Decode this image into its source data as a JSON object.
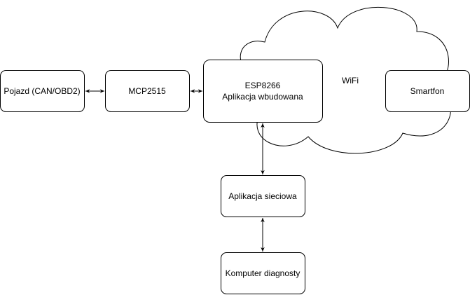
{
  "nodes": {
    "vehicle": {
      "label": "Pojazd (CAN/OBD2)"
    },
    "mcp": {
      "label": "MCP2515"
    },
    "esp": {
      "line1": "ESP8266",
      "line2": "Aplikacja wbudowana"
    },
    "wifi": {
      "label": "WiFi"
    },
    "smartphone": {
      "label": "Smartfon"
    },
    "webapp": {
      "label": "Aplikacja sieciowa"
    },
    "pc": {
      "label": "Komputer diagnosty"
    }
  },
  "edges": [
    {
      "from": "vehicle",
      "to": "mcp",
      "arrows": "both"
    },
    {
      "from": "mcp",
      "to": "esp",
      "arrows": "both"
    },
    {
      "from": "esp",
      "to": "webapp",
      "arrows": "both"
    },
    {
      "from": "webapp",
      "to": "pc",
      "arrows": "both"
    }
  ],
  "colors": {
    "stroke": "#000000",
    "fill": "#ffffff"
  }
}
